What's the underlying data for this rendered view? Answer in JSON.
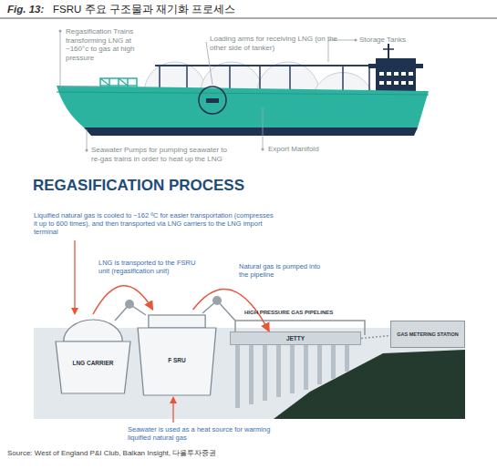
{
  "diagram": {
    "title": "FSRU 주요 구조물과 재기화 프로세스",
    "caption": "Source: West of England P&I Club, Balkan Insight, 다올투자증권",
    "nodes": [
      {
        "text": [
          "LNG CARRIER"
        ]
      },
      {
        "text": [
          "F SRU"
        ]
      },
      {
        "text": [
          "JETTY"
        ]
      },
      {
        "text": [
          "GAS METERING STATION"
        ]
      }
    ],
    "edges": [
      {
        "from": 0,
        "to": 1,
        "arrow": "to",
        "label": "LNG is transported to the FSRU unit (regasification unit)"
      },
      {
        "from": 1,
        "to": 2,
        "arrow": "to",
        "label": "Natural gas is pumped into the pipeline"
      },
      {
        "from": 2,
        "to": 3,
        "arrow": "none"
      }
    ],
    "labels": [
      "Fig. 13:",
      "Regasification Trains transforming LNG at ~160°c to gas at high pressure",
      "Loading arms for receiving LNG (on the other side of tanker)",
      "Storage Tanks",
      "Seawater Pumps for pumping seawater to re-gas trains in order to heat up the LNG",
      "Export Manifold",
      "REGASIFICATION PROCESS",
      "Liquified natural gas is cooled to ~162 ºC for easier transportation (compresses it up to 600 times), and then transported via LNG carriers to the LNG import terminal",
      "HIGH PRESSURE GAS PIPELINES",
      "Seawater is used as a heat source for warming liquified natural gas"
    ]
  }
}
